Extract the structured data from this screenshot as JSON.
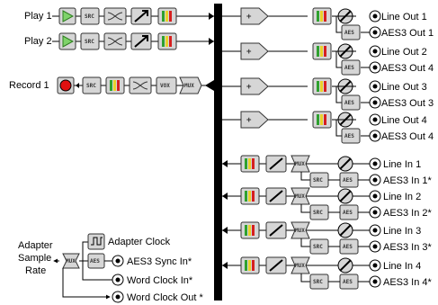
{
  "play_channels": [
    {
      "label": "Play 1"
    },
    {
      "label": "Play 2"
    }
  ],
  "record_channels": [
    {
      "label": "Record 1"
    }
  ],
  "outputs": [
    {
      "line": "Line Out 1",
      "aes": "AES3 Out 1"
    },
    {
      "line": "Line Out 2",
      "aes": "AES3 Out 4"
    },
    {
      "line": "Line Out 3",
      "aes": "AES3 Out 3"
    },
    {
      "line": "Line Out 4",
      "aes": "AES3 Out 4"
    }
  ],
  "inputs": [
    {
      "line": "Line In 1",
      "aes": "AES3 In 1*"
    },
    {
      "line": "Line In 2",
      "aes": "AES3 In 2*"
    },
    {
      "line": "Line In 3",
      "aes": "AES3 In 3*"
    },
    {
      "line": "Line In 4",
      "aes": "AES3 In 4*"
    }
  ],
  "clock": {
    "title": "Adapter Sample Rate",
    "title_lines": [
      "Adapter",
      "Sample",
      "Rate"
    ],
    "adapter_clock": "Adapter Clock",
    "aes_sync": "AES3 Sync In*",
    "word_in": "Word Clock In*",
    "word_out": "Word Clock Out *"
  },
  "block_labels": {
    "src": "SRC",
    "aes": "AES",
    "mux": "MUX",
    "vox": "VOX",
    "plus": "+"
  },
  "colors": {
    "play_green": "#7fd36a",
    "record_red": "#e01010",
    "meter_green": "#2fa12f",
    "meter_yellow": "#e8d22a",
    "meter_red": "#d62020",
    "block_gray": "#d6d6d6",
    "bus_black": "#000000"
  }
}
